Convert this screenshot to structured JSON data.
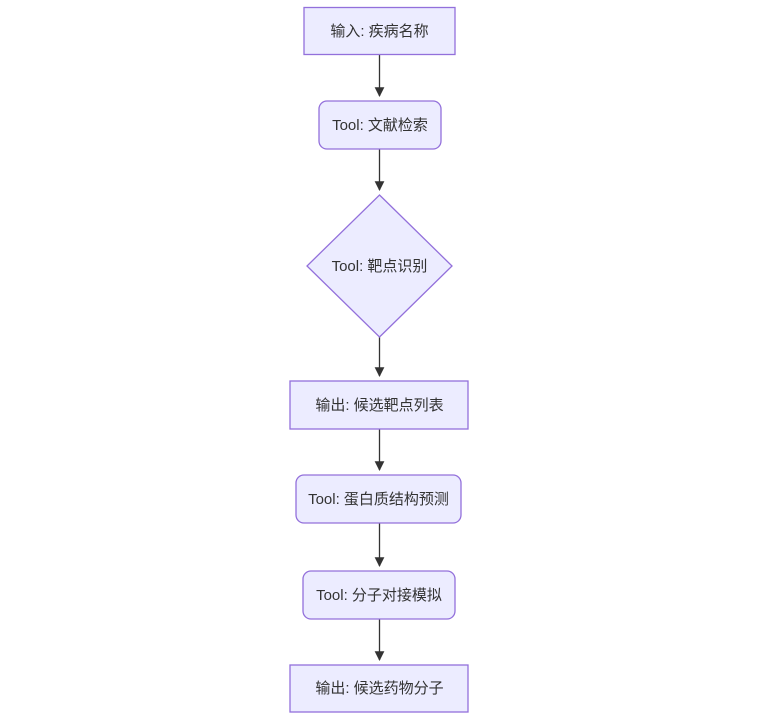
{
  "diagram": {
    "type": "flowchart",
    "direction": "top-down",
    "nodes": [
      {
        "id": "input-disease",
        "label": "输入: 疾病名称",
        "shape": "rectangle"
      },
      {
        "id": "literature-search",
        "label": "Tool: 文献检索",
        "shape": "rounded-rectangle"
      },
      {
        "id": "target-identification",
        "label": "Tool: 靶点识别",
        "shape": "diamond"
      },
      {
        "id": "candidate-target-list",
        "label": "输出: 候选靶点列表",
        "shape": "rectangle"
      },
      {
        "id": "protein-structure-prediction",
        "label": "Tool: 蛋白质结构预测",
        "shape": "rounded-rectangle"
      },
      {
        "id": "molecular-docking",
        "label": "Tool: 分子对接模拟",
        "shape": "rounded-rectangle"
      },
      {
        "id": "candidate-drug-molecules",
        "label": "输出: 候选药物分子",
        "shape": "rectangle"
      }
    ],
    "edges": [
      {
        "from": "input-disease",
        "to": "literature-search"
      },
      {
        "from": "literature-search",
        "to": "target-identification"
      },
      {
        "from": "target-identification",
        "to": "candidate-target-list"
      },
      {
        "from": "candidate-target-list",
        "to": "protein-structure-prediction"
      },
      {
        "from": "protein-structure-prediction",
        "to": "molecular-docking"
      },
      {
        "from": "molecular-docking",
        "to": "candidate-drug-molecules"
      }
    ],
    "colors": {
      "node_fill": "#ECECFF",
      "node_border": "#9370DB",
      "edge": "#333333",
      "text": "#333333",
      "background": "#FFFFFF"
    }
  }
}
